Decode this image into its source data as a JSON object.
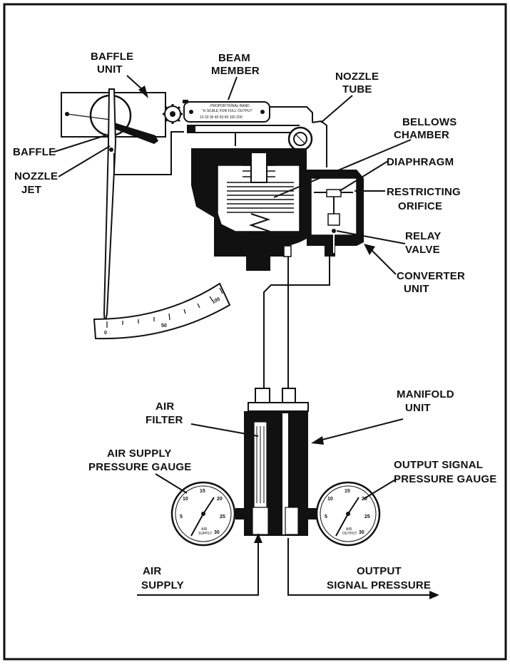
{
  "labels": {
    "baffle_unit": [
      "BAFFLE",
      "UNIT"
    ],
    "beam_member": [
      "BEAM",
      "MEMBER"
    ],
    "nozzle_tube": [
      "NOZZLE",
      "TUBE"
    ],
    "bellows_chamber": [
      "BELLOWS",
      "CHAMBER"
    ],
    "diaphragm": "DIAPHRAGM",
    "restricting_orifice": [
      "RESTRICTING",
      "ORIFICE"
    ],
    "relay_valve": [
      "RELAY",
      "VALVE"
    ],
    "converter_unit": [
      "CONVERTER",
      "UNIT"
    ],
    "baffle": "BAFFLE",
    "nozzle_jet": [
      "NOZZLE",
      "JET"
    ],
    "manifold_unit": [
      "MANIFOLD",
      "UNIT"
    ],
    "air_filter": [
      "AIR",
      "FILTER"
    ],
    "air_supply_gauge": [
      "AIR SUPPLY",
      "PRESSURE GAUGE"
    ],
    "output_signal_gauge": [
      "OUTPUT SIGNAL",
      "PRESSURE GAUGE"
    ],
    "air_supply": [
      "AIR",
      "SUPPLY"
    ],
    "output_signal_pressure": [
      "OUTPUT",
      "SIGNAL PRESSURE"
    ]
  },
  "beam_plate": {
    "line1": "PROPORTIONAL BAND",
    "line2": "% SCALE FOR FULL OUTPUT",
    "scale": "10 20 30 40 50 60 100 200"
  },
  "scale": {
    "min": "0",
    "mid": "50",
    "max": "100"
  },
  "gauges": {
    "ticks": [
      "5",
      "10",
      "15",
      "20",
      "25",
      "30"
    ],
    "supply_text": [
      "AIR",
      "SUPPLY"
    ],
    "output_text": [
      "AIR",
      "OUTPUT"
    ]
  }
}
